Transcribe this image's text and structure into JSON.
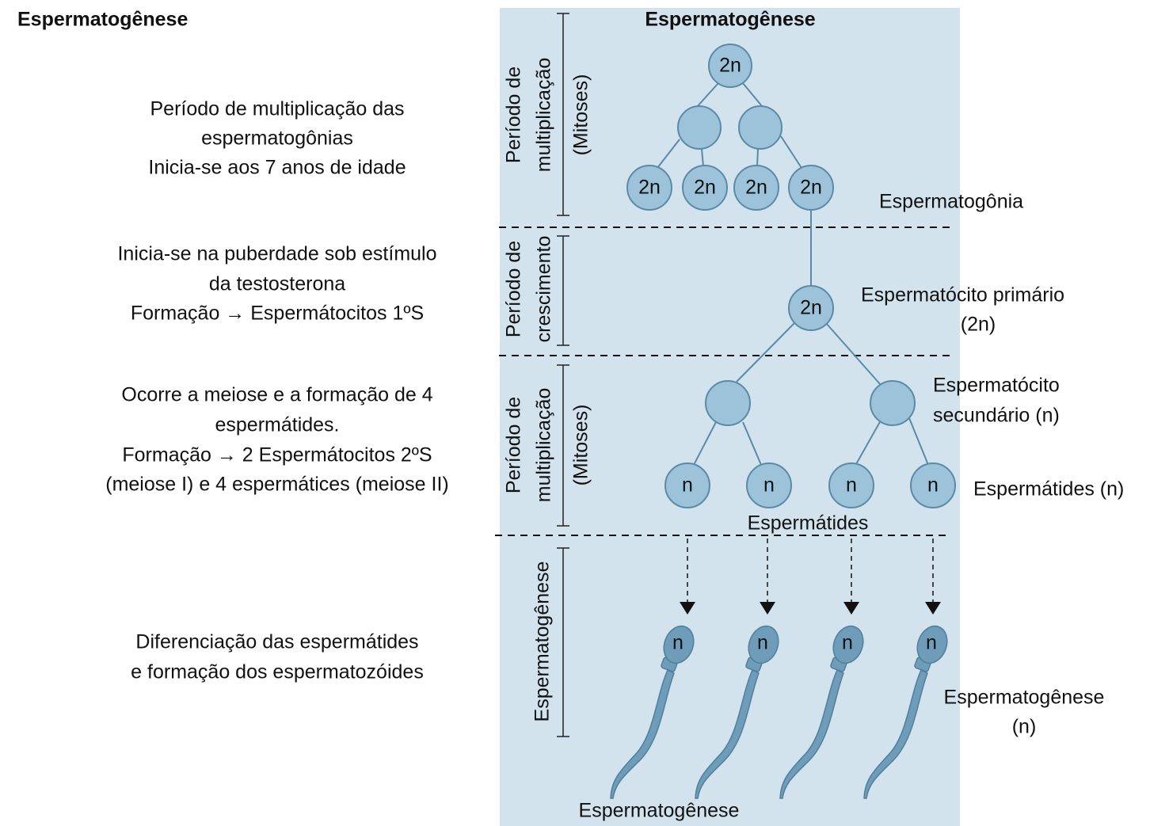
{
  "left": {
    "title": "Espermatogênese",
    "blocks": [
      {
        "lines": [
          "Período de multiplicação das",
          "espermatogônias",
          "Inicia-se aos 7 anos de idade"
        ]
      },
      {
        "lines": [
          "Inicia-se na puberdade sob estímulo",
          "da testosterona",
          "Formação → Espermátocitos 1ºS"
        ]
      },
      {
        "lines": [
          "Ocorre a meiose e a formação de 4",
          "espermátides.",
          "Formação → 2 Espermátocitos 2ºS",
          "(meiose I) e 4 espermátices (meiose II)"
        ]
      },
      {
        "lines": [
          "Diferenciação das espermátides",
          "e formação dos espermatozóides"
        ]
      }
    ]
  },
  "panel": {
    "title": "Espermatogênese",
    "phases": [
      {
        "lines": [
          "Período de",
          "multiplicação",
          "(Mitoses)"
        ]
      },
      {
        "lines": [
          "Período de",
          "crescimento"
        ]
      },
      {
        "lines": [
          "Período de",
          "multiplicação",
          "(Mitoses)"
        ]
      },
      {
        "lines": [
          "Espermatogênese"
        ]
      }
    ],
    "cells": {
      "top": "2n",
      "spermatogonia": [
        "2n",
        "2n",
        "2n",
        "2n"
      ],
      "primary": "2n",
      "spermatids": [
        "n",
        "n",
        "n",
        "n"
      ],
      "sperm": [
        "n",
        "n",
        "n",
        "n"
      ]
    },
    "labels": {
      "espermatogonia": "Espermatogônia",
      "primario": "Espermatócito primário",
      "primario_ploidy": "(2n)",
      "secundario_1": "Espermatócito",
      "secundario_2": "secundário (n)",
      "espermatides_n": "Espermátides (n)",
      "espermatides": "Espermátides",
      "espermatogenese_right": "Espermatogênese",
      "espermatogenese_ploidy": "(n)",
      "espermatogenese_bottom": "Espermatogênese"
    },
    "colors": {
      "panel": "#d3e3ee",
      "cell": "#9cc3da",
      "cell_stroke": "#5a8aa5"
    }
  }
}
